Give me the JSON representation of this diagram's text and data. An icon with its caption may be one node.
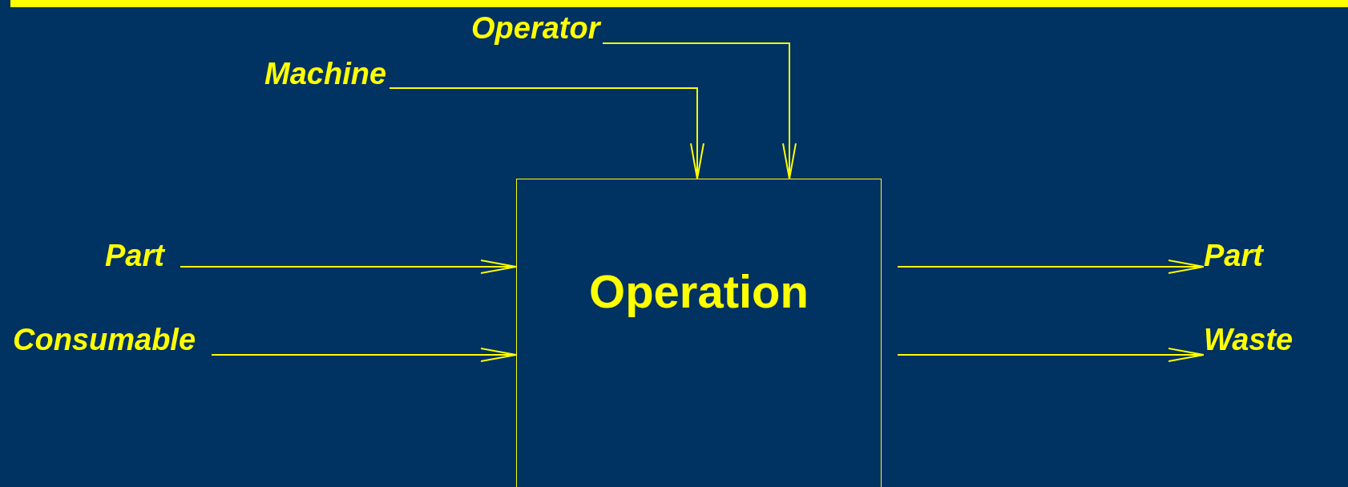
{
  "diagram": {
    "nodes": [
      {
        "text": [
          "Operator"
        ]
      },
      {
        "text": [
          "Machine"
        ]
      },
      {
        "text": [
          "Part"
        ]
      },
      {
        "text": [
          "Consumable"
        ]
      },
      {
        "text": [
          "Operation"
        ]
      },
      {
        "text": [
          "Part"
        ]
      },
      {
        "text": [
          "Waste"
        ]
      }
    ],
    "edges": [
      {
        "from": 0,
        "to": 4,
        "arrow": "to"
      },
      {
        "from": 1,
        "to": 4,
        "arrow": "to"
      },
      {
        "from": 2,
        "to": 4,
        "arrow": "to"
      },
      {
        "from": 3,
        "to": 4,
        "arrow": "to"
      },
      {
        "from": 4,
        "to": 5,
        "arrow": "to"
      },
      {
        "from": 4,
        "to": 6,
        "arrow": "to"
      }
    ]
  }
}
